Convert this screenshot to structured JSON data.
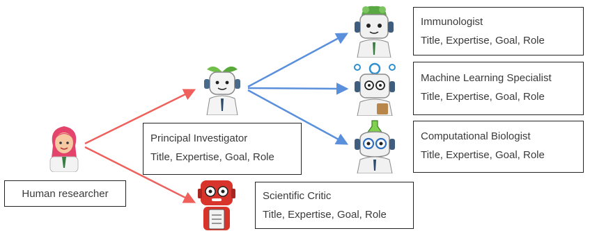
{
  "human": {
    "label": "Human researcher"
  },
  "principal": {
    "name": "Principal Investigator",
    "fields": "Title, Expertise, Goal, Role"
  },
  "critic": {
    "name": "Scientific Critic",
    "fields": "Title, Expertise, Goal, Role"
  },
  "specialists": [
    {
      "name": "Immunologist",
      "fields": "Title, Expertise, Goal, Role"
    },
    {
      "name": "Machine Learning Specialist",
      "fields": "Title, Expertise, Goal, Role"
    },
    {
      "name": "Computational Biologist",
      "fields": "Title, Expertise, Goal, Role"
    }
  ],
  "colors": {
    "human_arrows": "#ef5f5b",
    "pi_arrows": "#5a8fdc"
  },
  "icons": [
    "human-researcher-icon",
    "principal-investigator-robot-icon",
    "scientific-critic-robot-icon",
    "immunologist-robot-icon",
    "ml-specialist-robot-icon",
    "computational-biologist-robot-icon"
  ]
}
